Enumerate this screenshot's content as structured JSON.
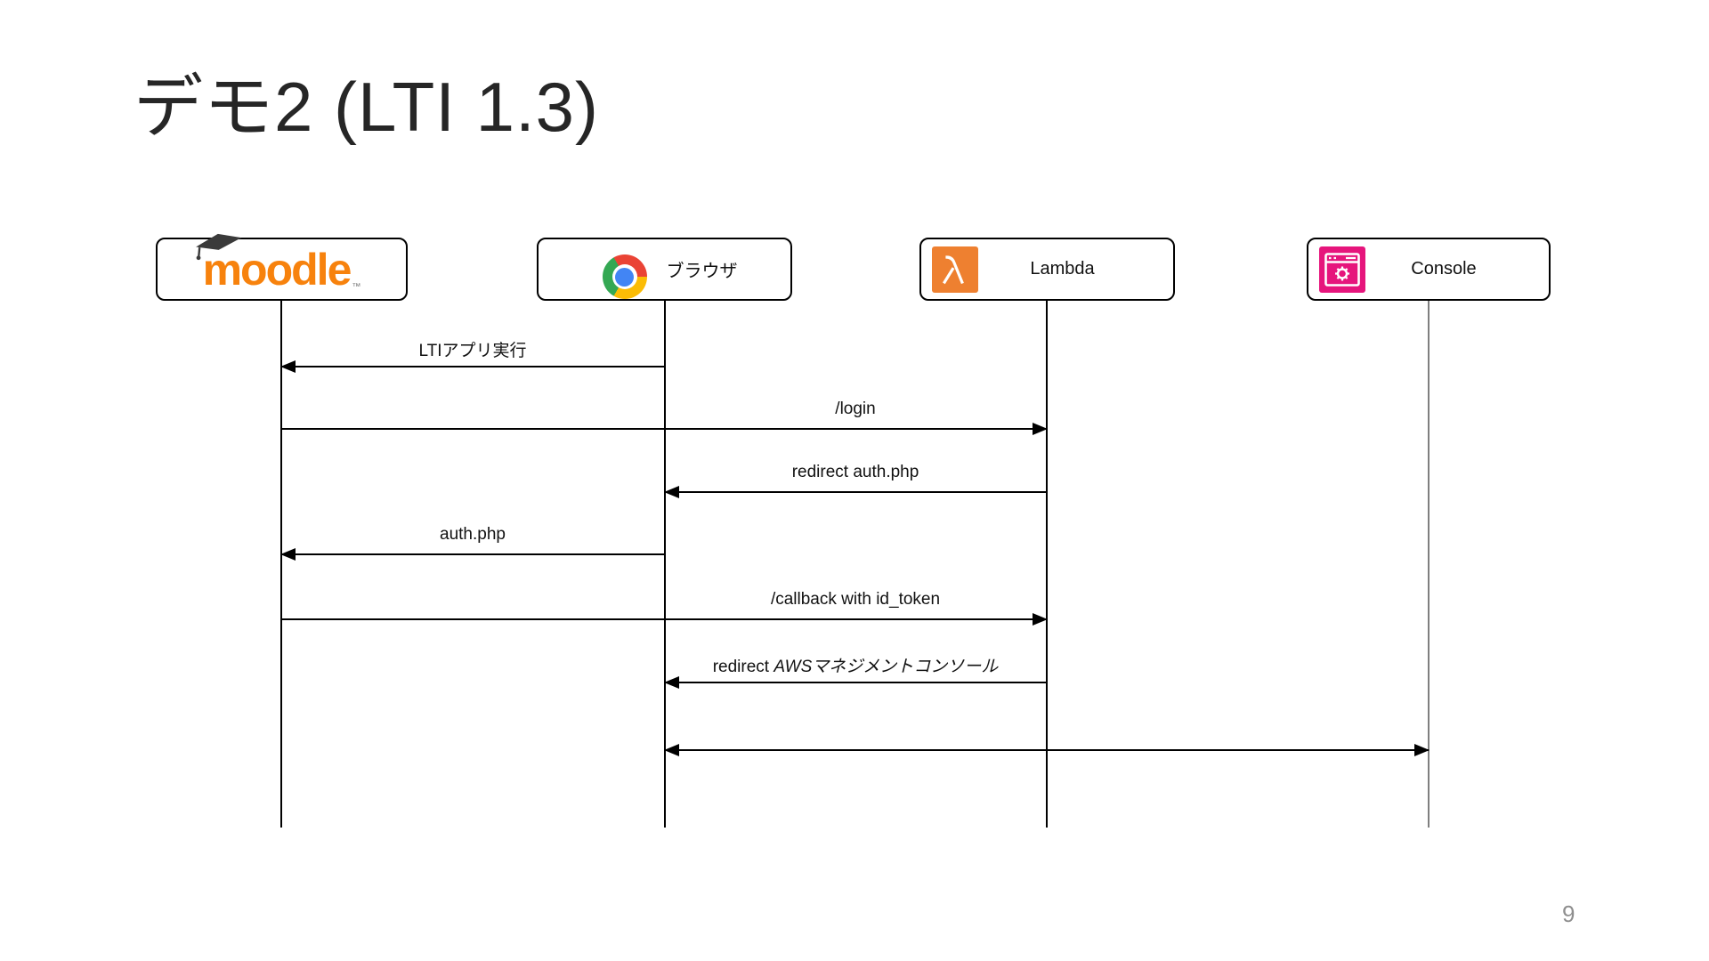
{
  "slide": {
    "title": "デモ2 (LTI 1.3)",
    "page_number": "9"
  },
  "diagram": {
    "type": "sequence-diagram",
    "actors": [
      {
        "id": "moodle",
        "label": "moodle",
        "tm": "™",
        "icon": "moodle-logo"
      },
      {
        "id": "browser",
        "label": "ブラウザ",
        "icon": "chrome-icon"
      },
      {
        "id": "lambda",
        "label": "Lambda",
        "icon": "aws-lambda-icon"
      },
      {
        "id": "console",
        "label": "Console",
        "icon": "aws-console-icon"
      }
    ],
    "messages": [
      {
        "label": "LTIアプリ実行",
        "from": "browser",
        "to": "moodle",
        "direction": "left"
      },
      {
        "label": "/login",
        "from": "moodle",
        "to": "lambda",
        "direction": "right"
      },
      {
        "label": "redirect auth.php",
        "from": "lambda",
        "to": "browser",
        "direction": "left"
      },
      {
        "label": "auth.php",
        "from": "browser",
        "to": "moodle",
        "direction": "left"
      },
      {
        "label": "/callback with id_token",
        "from": "moodle",
        "to": "lambda",
        "direction": "right"
      },
      {
        "label_prefix": "redirect ",
        "label_italic": "AWSマネジメントコンソール",
        "from": "lambda",
        "to": "browser",
        "direction": "left"
      },
      {
        "label": "",
        "from": "browser",
        "to": "console",
        "direction": "both"
      }
    ]
  },
  "colors": {
    "moodle-orange": "#F7820D",
    "chrome-red": "#EA4335",
    "chrome-yellow": "#FBBC05",
    "chrome-green": "#34A853",
    "chrome-blue": "#4285F4",
    "lambda-orange": "#EE8030",
    "console-pink": "#E6157C",
    "line-black": "#000000",
    "console-lifeline-gray": "#7F7F7F",
    "page-number-gray": "#8F8F8F"
  }
}
